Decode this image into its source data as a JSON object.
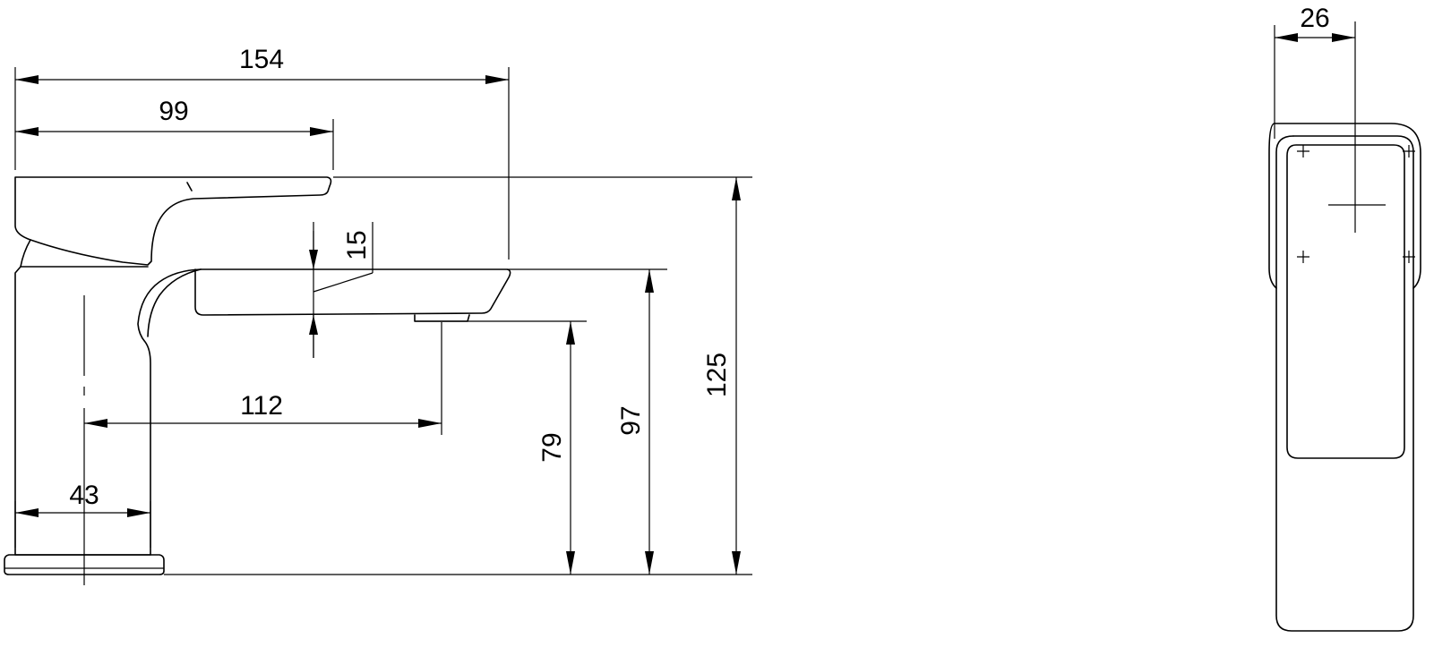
{
  "dimensions": {
    "overall_length": "154",
    "lever_length": "99",
    "lever_height": "15",
    "spout_reach": "112",
    "base_offset": "43",
    "outlet_height": "79",
    "spout_top_height": "97",
    "overall_height": "125",
    "width": "26"
  }
}
